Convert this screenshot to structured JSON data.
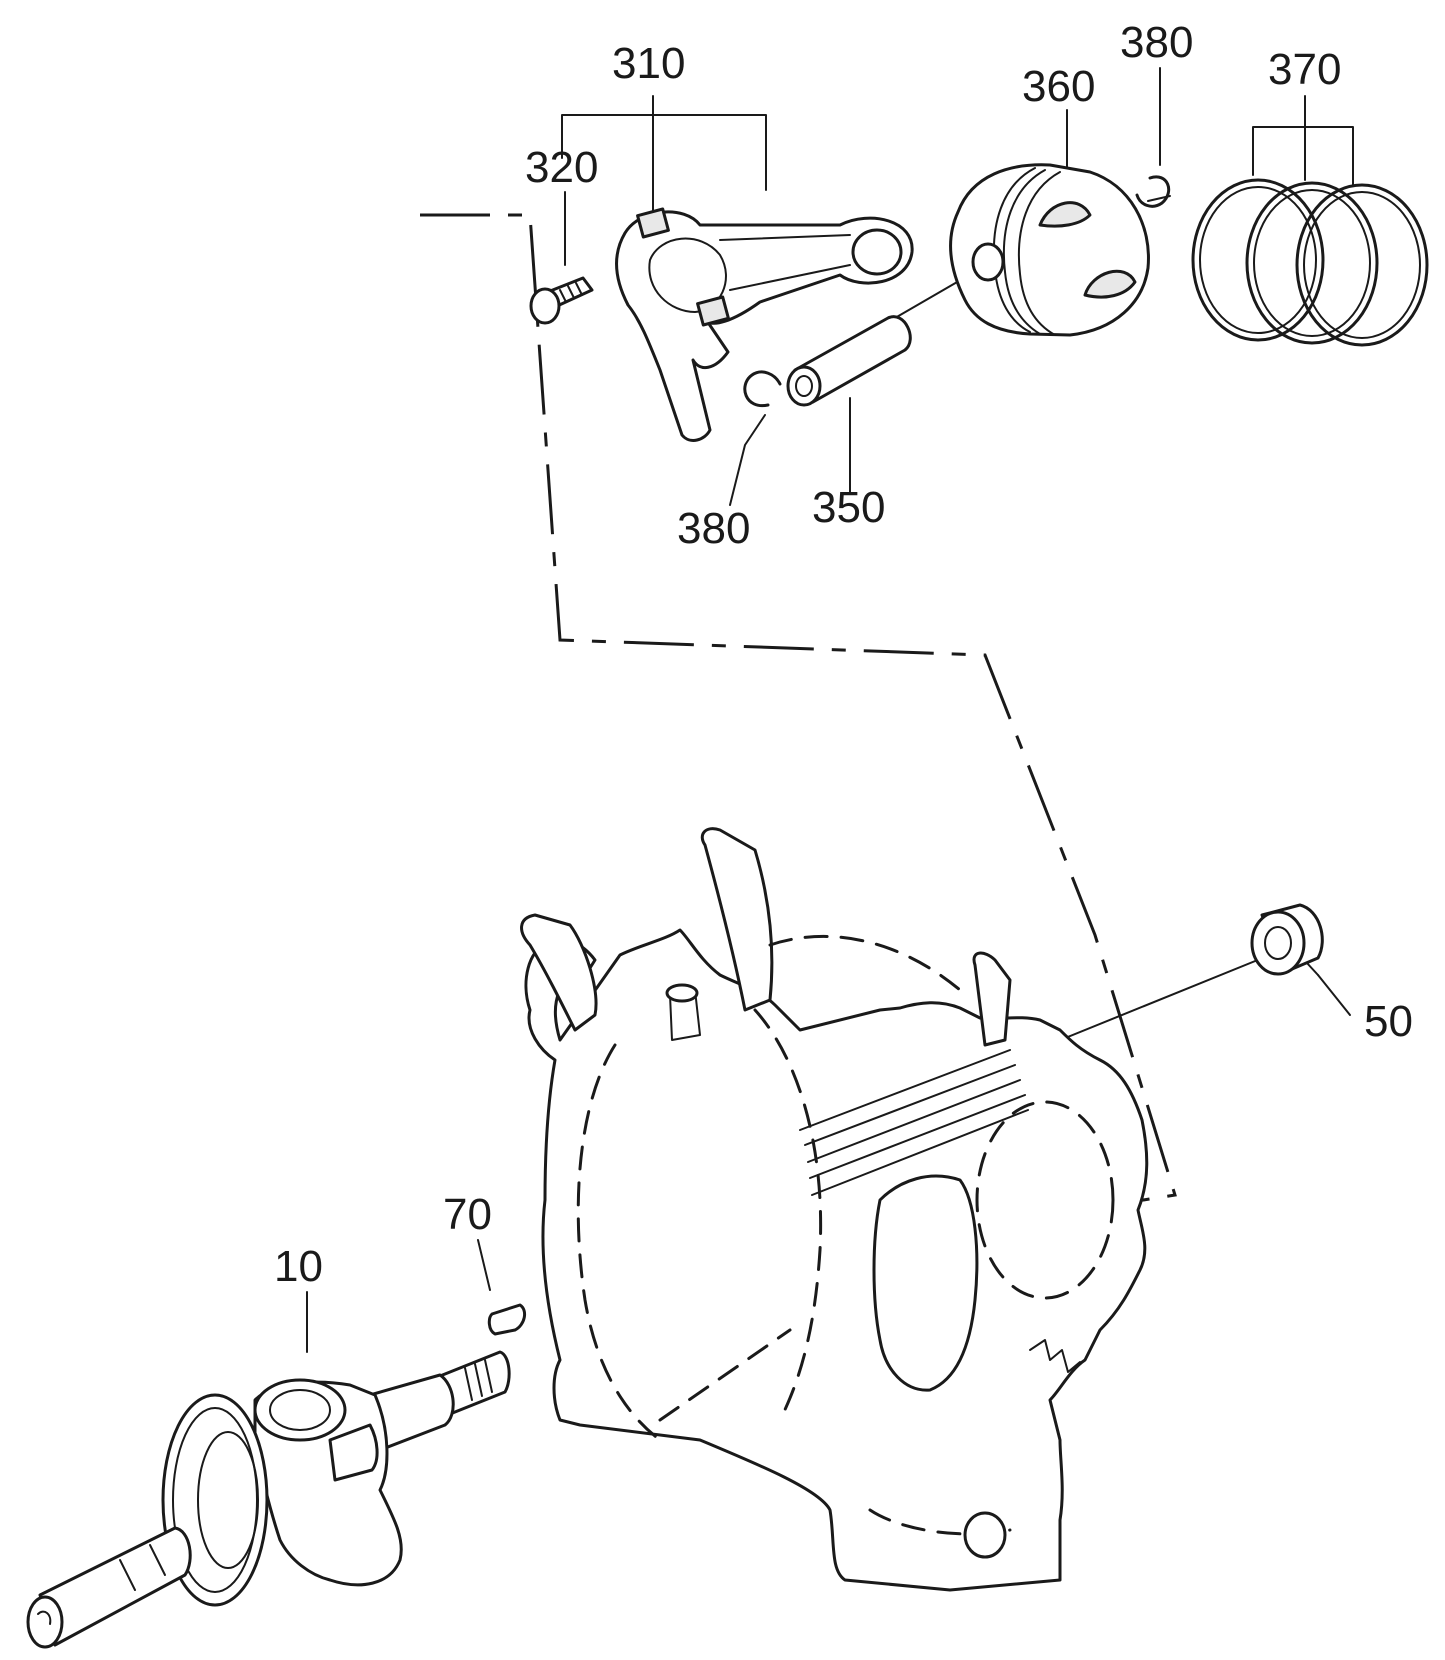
{
  "diagram": {
    "labels": {
      "p310": "310",
      "p320": "320",
      "p360": "360",
      "p380_top": "380",
      "p370": "370",
      "p380_bottom": "380",
      "p350": "350",
      "p50": "50",
      "p70": "70",
      "p10": "10"
    }
  }
}
